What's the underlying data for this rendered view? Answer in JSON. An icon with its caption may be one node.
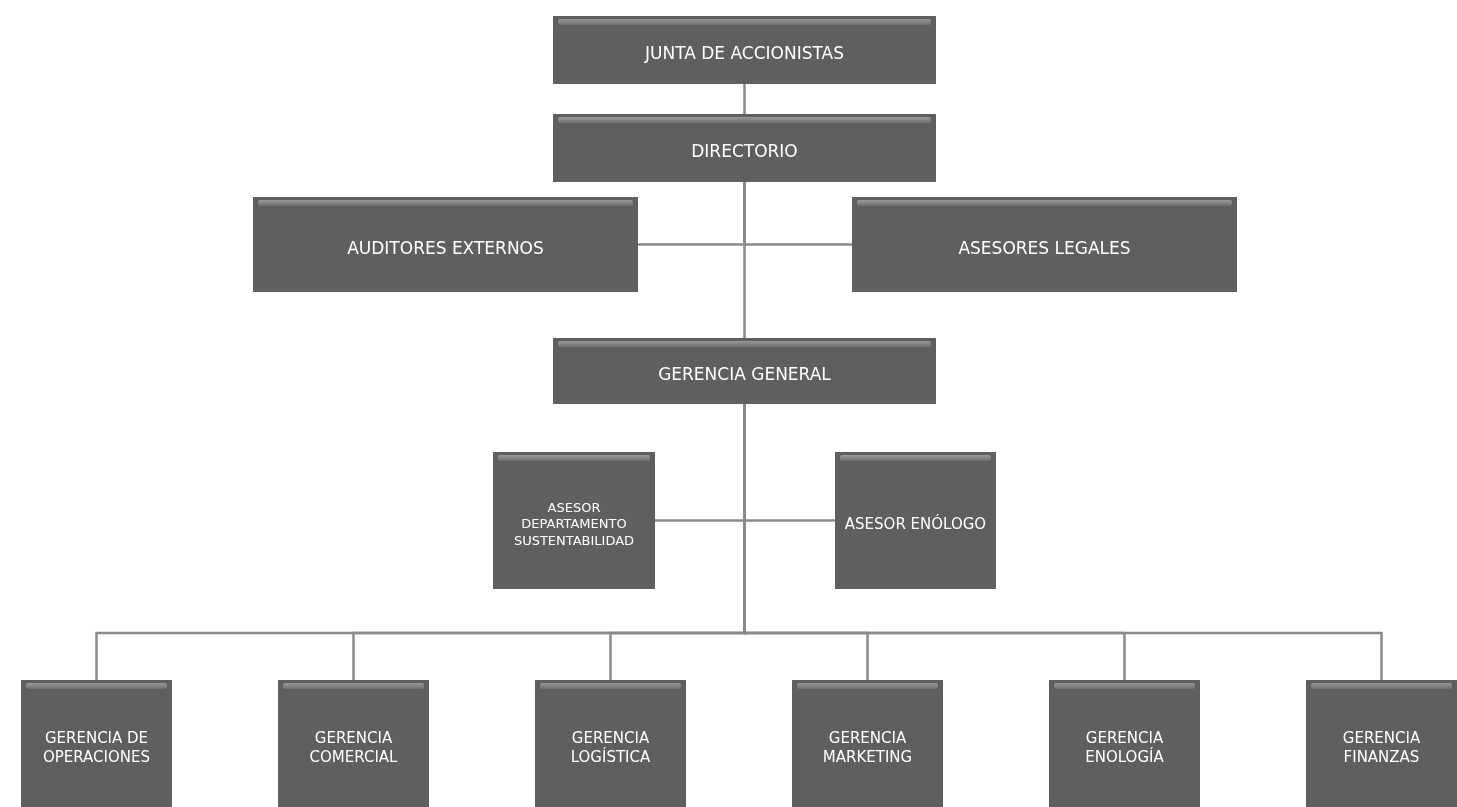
{
  "diagram": {
    "nodes": [
      {
        "text": [
          "JUNTA DE ACCIONISTAS"
        ]
      },
      {
        "text": [
          "DIRECTORIO"
        ]
      },
      {
        "text": [
          "AUDITORES EXTERNOS"
        ]
      },
      {
        "text": [
          "ASESORES LEGALES"
        ]
      },
      {
        "text": [
          "GERENCIA GENERAL"
        ]
      },
      {
        "text": [
          "ASESOR DEPARTAMENTO SUSTENTABILIDAD"
        ]
      },
      {
        "text": [
          "ASESOR ENÓLOGO"
        ]
      },
      {
        "text": [
          "GERENCIA DE OPERACIONES"
        ]
      },
      {
        "text": [
          "GERENCIA COMERCIAL"
        ]
      },
      {
        "text": [
          "GERENCIA LOGÍSTICA"
        ]
      },
      {
        "text": [
          "GERENCIA MARKETING"
        ]
      },
      {
        "text": [
          "GERENCIA ENOLOGÍA"
        ]
      },
      {
        "text": [
          "GERENCIA FINANZAS"
        ]
      }
    ],
    "edges": [
      {
        "from": 0,
        "to": 1,
        "arrow": "none"
      },
      {
        "from": 1,
        "to": 2,
        "arrow": "none"
      },
      {
        "from": 1,
        "to": 3,
        "arrow": "none"
      },
      {
        "from": 1,
        "to": 4,
        "arrow": "none"
      },
      {
        "from": 4,
        "to": 5,
        "arrow": "none"
      },
      {
        "from": 4,
        "to": 6,
        "arrow": "none"
      },
      {
        "from": 4,
        "to": 7,
        "arrow": "none"
      },
      {
        "from": 4,
        "to": 8,
        "arrow": "none"
      },
      {
        "from": 4,
        "to": 9,
        "arrow": "none"
      },
      {
        "from": 4,
        "to": 10,
        "arrow": "none"
      },
      {
        "from": 4,
        "to": 11,
        "arrow": "none"
      },
      {
        "from": 4,
        "to": 12,
        "arrow": "none"
      }
    ]
  }
}
